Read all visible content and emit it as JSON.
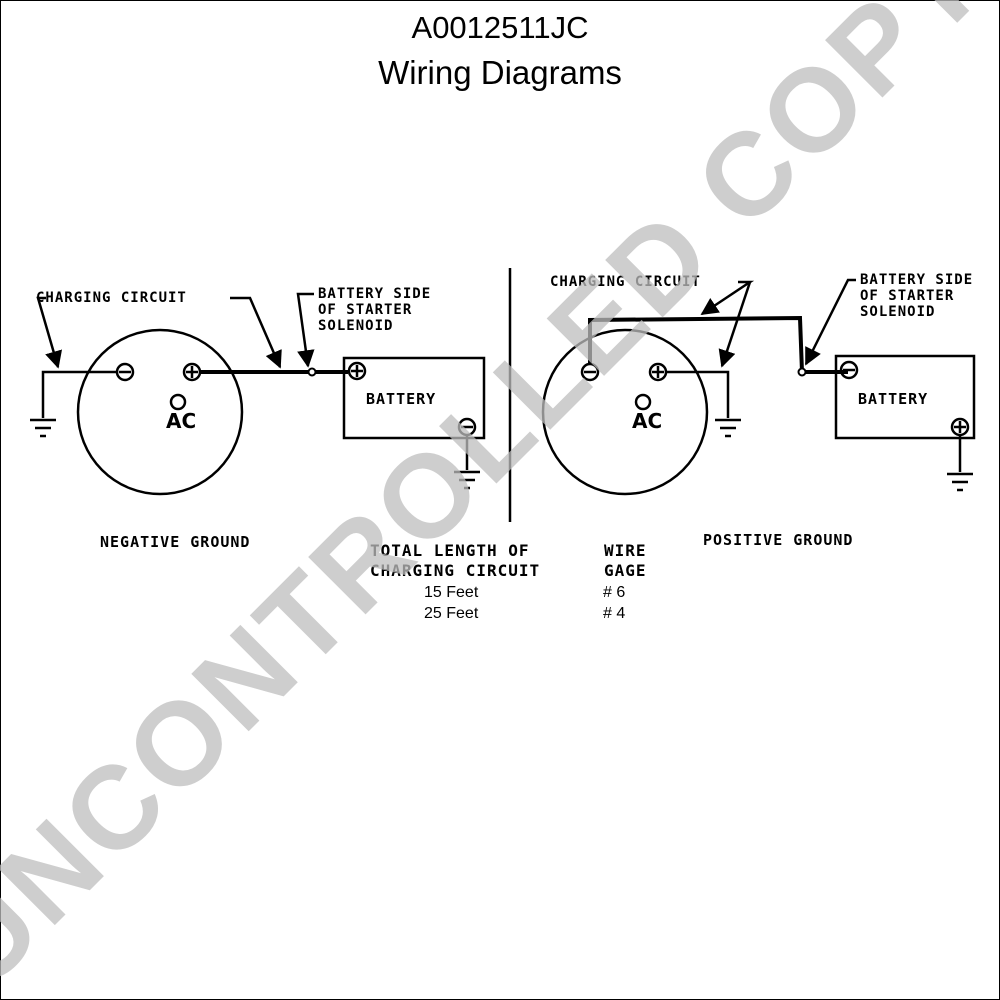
{
  "header": {
    "doc_id": "A0012511JC",
    "title": "Wiring Diagrams"
  },
  "negative_ground": {
    "caption": "NEGATIVE GROUND",
    "charging_circuit": "CHARGING CIRCUIT",
    "battery_side_lines": [
      "BATTERY SIDE",
      "OF STARTER",
      "SOLENOID"
    ],
    "battery": "BATTERY",
    "ac": "AC"
  },
  "positive_ground": {
    "caption": "POSITIVE GROUND",
    "charging_circuit": "CHARGING CIRCUIT",
    "battery_side_lines": [
      "BATTERY SIDE",
      "OF STARTER",
      "SOLENOID"
    ],
    "battery": "BATTERY",
    "ac": "AC"
  },
  "wire_table": {
    "header_length": [
      "TOTAL LENGTH OF",
      "CHARGING CIRCUIT"
    ],
    "header_gage": [
      "WIRE",
      "GAGE"
    ],
    "rows": [
      {
        "length": "15 Feet",
        "gage": "# 6"
      },
      {
        "length": "25 Feet",
        "gage": "# 4"
      }
    ]
  },
  "watermark": "UNCONTROLLED COPY",
  "colors": {
    "ink": "#000000",
    "watermark": "#bdbdbd",
    "background": "#ffffff"
  }
}
